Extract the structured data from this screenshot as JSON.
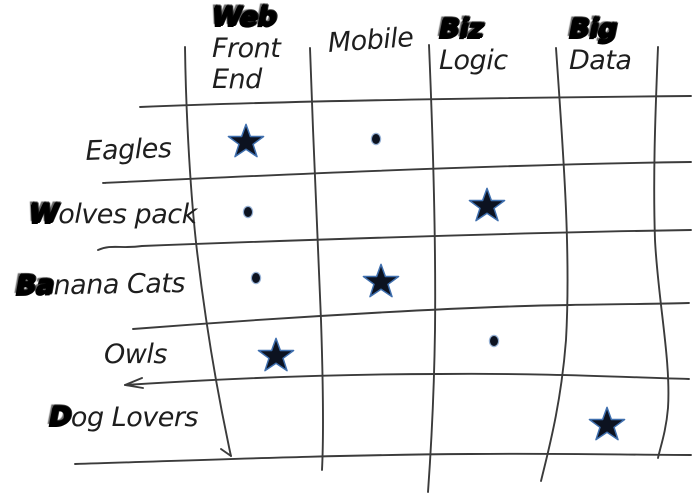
{
  "drawing": {
    "columns": [
      {
        "name": "Web Front End",
        "lines": [
          {
            "text": "Web",
            "inked": true
          },
          {
            "text": "Front",
            "inked": false
          },
          {
            "text": "End",
            "inked": false
          }
        ]
      },
      {
        "name": "Mobile",
        "lines": [
          {
            "text": "Mobile",
            "inked": false
          }
        ]
      },
      {
        "name": "Biz Logic",
        "lines": [
          {
            "text": "Biz",
            "inked": true
          },
          {
            "text": "Logic",
            "inked": false
          }
        ]
      },
      {
        "name": "Big Data",
        "lines": [
          {
            "text": "Big",
            "inked": true
          },
          {
            "text": "Data",
            "inked": false
          }
        ]
      }
    ],
    "rows": [
      {
        "name": "Eagles",
        "inked_prefix": "",
        "rest": "Eagles"
      },
      {
        "name": "Wolves pack",
        "inked_prefix": "W",
        "rest": "olves pack"
      },
      {
        "name": "Banana Cats",
        "inked_prefix": "Ba",
        "rest": "nana Cats"
      },
      {
        "name": "Owls",
        "inked_prefix": "",
        "rest": "Owls"
      },
      {
        "name": "Dog Lovers",
        "inked_prefix": "D",
        "rest": "og Lovers"
      }
    ],
    "marks": [
      {
        "row": "Eagles",
        "column": "Web Front End",
        "type": "star"
      },
      {
        "row": "Eagles",
        "column": "Mobile",
        "type": "dot"
      },
      {
        "row": "Wolves pack",
        "column": "Web Front End",
        "type": "dot"
      },
      {
        "row": "Wolves pack",
        "column": "Biz Logic",
        "type": "star"
      },
      {
        "row": "Banana Cats",
        "column": "Web Front End",
        "type": "dot"
      },
      {
        "row": "Banana Cats",
        "column": "Mobile",
        "type": "star"
      },
      {
        "row": "Owls",
        "column": "Web Front End",
        "type": "star"
      },
      {
        "row": "Owls",
        "column": "Biz Logic",
        "type": "dot"
      },
      {
        "row": "Dog Lovers",
        "column": "Big Data",
        "type": "star"
      }
    ],
    "colors": {
      "ink": "#1e1e1e",
      "grid_line": "#3b3b3b",
      "star_fill": "#0c1220",
      "star_edge": "#3f6fae",
      "background": "#ffffff"
    }
  },
  "chart_data": {
    "type": "table",
    "columns": [
      "Web Front End",
      "Mobile",
      "Biz Logic",
      "Big Data"
    ],
    "rows": [
      "Eagles",
      "Wolves pack",
      "Banana Cats",
      "Owls",
      "Dog Lovers"
    ],
    "cells": [
      [
        "star",
        "dot",
        "",
        ""
      ],
      [
        "dot",
        "",
        "star",
        ""
      ],
      [
        "dot",
        "star",
        "",
        ""
      ],
      [
        "star",
        "",
        "dot",
        ""
      ],
      [
        "",
        "",
        "",
        "star"
      ]
    ]
  }
}
